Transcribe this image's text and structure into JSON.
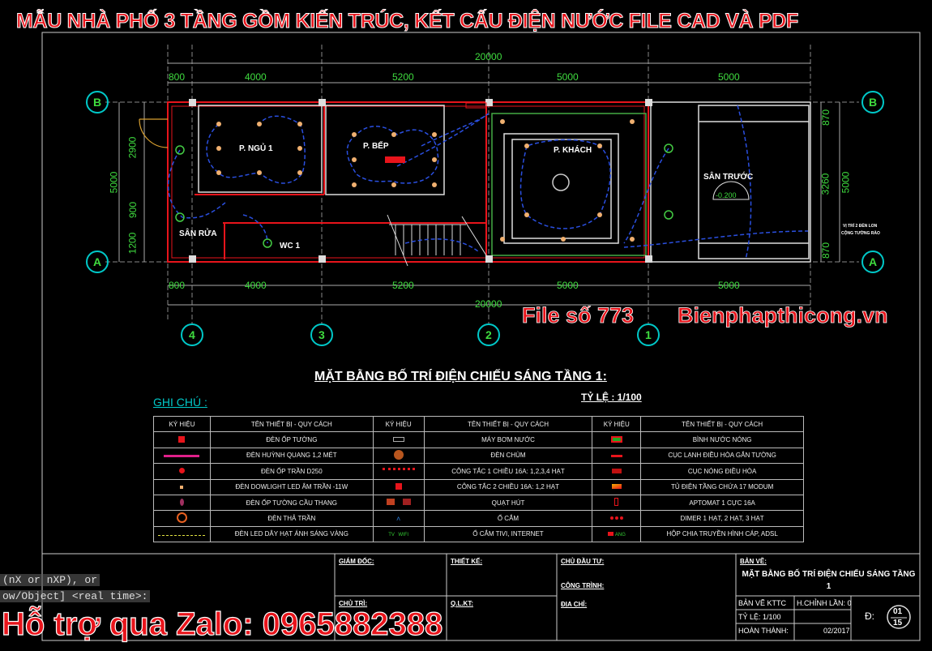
{
  "banner": "MẪU NHÀ PHỐ 3 TẦNG GỒM KIẾN TRÚC, KẾT CẤU ĐIỆN NƯỚC FILE CAD VÀ PDF",
  "promo": {
    "file_no": "File số 773",
    "site": "Bienphapthicong.vn",
    "zalo": "Hỗ trợ qua Zalo: 0965882388"
  },
  "command_line": [
    "(nX or nXP), or",
    "ow/Object] <real time>:"
  ],
  "colors": {
    "background": "#000000",
    "walls": "#e8141b",
    "wiring": "#2a4fe0",
    "dimensions": "#3fdc3f",
    "grid_bubble": "#00c8c8"
  },
  "plan": {
    "dims_top": [
      "800",
      "4000",
      "5200",
      "5000",
      "5000"
    ],
    "dims_bottom": [
      "800",
      "4000",
      "5200",
      "5000",
      "5000"
    ],
    "total_top": "20000",
    "total_bottom": "20000",
    "dims_left": [
      "2900",
      "900",
      "1200"
    ],
    "total_left": "5000",
    "dims_right": [
      "870",
      "3260",
      "870"
    ],
    "total_right": "5000",
    "grid_rows": [
      "B",
      "A"
    ],
    "grid_cols": [
      "4",
      "3",
      "2",
      "1"
    ],
    "rooms": [
      "P. NGỦ 1",
      "P. BẾP",
      "P. KHÁCH",
      "SÂN TRƯỚC",
      "SÂN RỬA",
      "WC 1"
    ],
    "level": "-0.200",
    "note": [
      "VỊ TRÍ 2 ĐÈN LON",
      "CỘNG TƯỜNG RÀO"
    ]
  },
  "drawing_title": "MẶT BẰNG BỐ TRÍ ĐIỆN CHIẾU SÁNG TẦNG 1:",
  "drawing_scale": "TỶ LỆ : 1/100",
  "notes_label": "GHI CHÚ :",
  "legend": {
    "headers": [
      "KÝ HIỆU",
      "TÊN THIẾT BỊ - QUY CÁCH",
      "KÝ HIỆU",
      "TÊN THIẾT BỊ - QUY CÁCH",
      "KÝ HIỆU",
      "TÊN THIẾT BỊ - QUY CÁCH"
    ],
    "rows": [
      [
        "ĐÈN ỐP TƯỜNG",
        "MÁY BƠM NƯỚC",
        "BÌNH NƯỚC NÓNG"
      ],
      [
        "ĐÈN HUỲNH QUANG 1,2 MÉT",
        "ĐÈN CHÙM",
        "CỤC LẠNH ĐIỀU HÒA GẮN TƯỜNG"
      ],
      [
        "ĐÈN ỐP TRẦN D250",
        "CÔNG TẮC 1 CHIỀU 16A: 1,2,3,4 HẠT",
        "CỤC NÓNG ĐIỀU HÒA"
      ],
      [
        "ĐÈN DOWLIGHT LED ÂM TRẦN -11W",
        "CÔNG TẮC 2 CHIỀU 16A: 1,2 HẠT",
        "TỦ ĐIỆN TẦNG CHỨA 17 MODUM"
      ],
      [
        "ĐÈN ỐP TƯỜNG CẦU THANG",
        "QUẠT HÚT",
        "APTOMAT 1 CỰC 16A"
      ],
      [
        "ĐÈN THẢ TRẦN",
        "Ổ CẮM",
        "DIMER 1 HẠT, 2 HẠT, 3 HẠT"
      ],
      [
        "ĐÈN LED DÂY HẠT ÁNH SÁNG VÀNG",
        "Ổ CẮM TIVI, INTERNET",
        "HỘP CHIA TRUYỀN HÌNH CÁP,  ADSL"
      ]
    ],
    "symbol_labels": [
      "TV",
      "WIFI",
      "ANG"
    ]
  },
  "title_block": {
    "director": "GIÁM ĐỐC:",
    "designer": "THIẾT KẾ:",
    "owner": "CHỦ ĐẦU TƯ:",
    "project": "CÔNG TRÌNH:",
    "address": "ĐỊA CHỈ:",
    "lead": "CHỦ TRÌ:",
    "qlkt": "Q.L.KT:",
    "drawing_label": "BẢN VẼ:",
    "drawing_name": "MẶT BẰNG BỐ TRÍ ĐIỆN CHIẾU SÁNG TẦNG 1",
    "drawing_type": "BẢN VẼ KTTC",
    "revision": "H.CHỈNH LẦN: 0",
    "scale": "TỶ LỆ: 1/100",
    "completed_label": "HOÀN THÀNH:",
    "completed": "02/2017",
    "sheet_prefix": "Đ:",
    "sheet_no": "01",
    "sheet_total": "15"
  }
}
